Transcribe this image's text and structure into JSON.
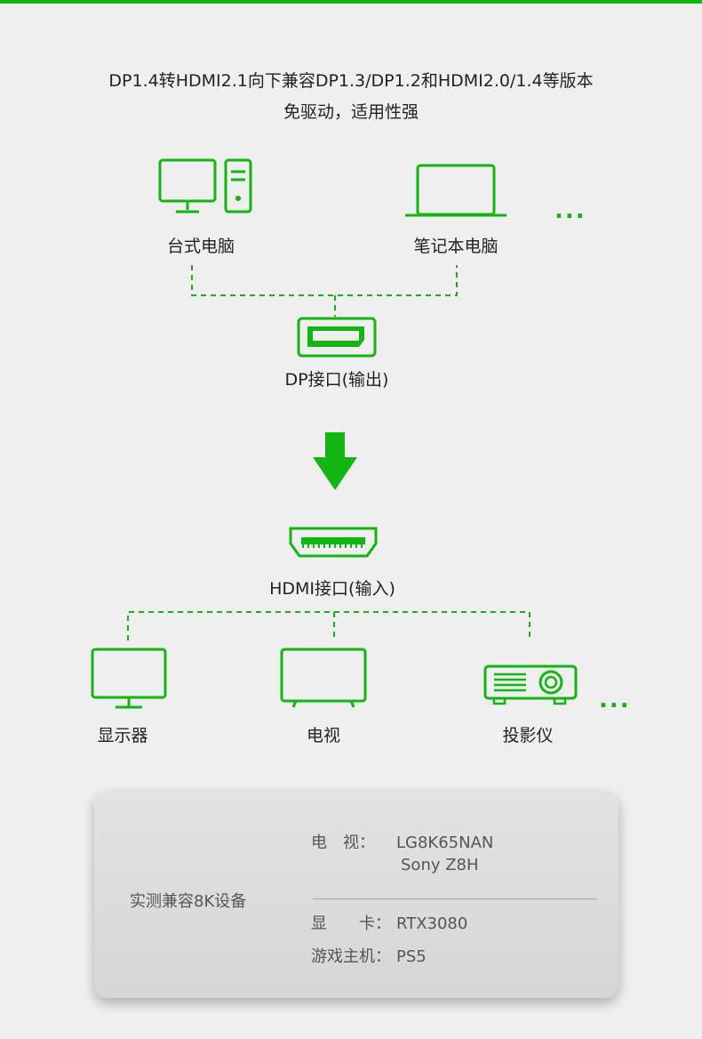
{
  "intro": {
    "line1": "DP1.4转HDMI2.1向下兼容DP1.3/DP1.2和HDMI2.0/1.4等版本",
    "line2": "免驱动，适用性强"
  },
  "sources": {
    "desktop_label": "台式电脑",
    "laptop_label": "笔记本电脑",
    "more": "..."
  },
  "dp_port": {
    "label": "DP接口(输出)"
  },
  "hdmi_port": {
    "label": "HDMI接口(输入)"
  },
  "outputs": {
    "monitor_label": "显示器",
    "tv_label": "电视",
    "projector_label": "投影仪",
    "more": "..."
  },
  "card": {
    "title": "实测兼容8K设备",
    "tv_key": "电　视：",
    "tv_value_1": "LG8K65NAN",
    "tv_value_2": "Sony Z8H",
    "gpu_key": "显　　卡：",
    "gpu_value": "RTX3080",
    "console_key": "游戏主机：",
    "console_value": "PS5"
  },
  "colors": {
    "accent": "#12b512",
    "background": "#efefef",
    "card": "#dcdcdc"
  },
  "icons": [
    "desktop-icon",
    "laptop-icon",
    "dp-port-icon",
    "down-arrow-icon",
    "hdmi-port-icon",
    "monitor-icon",
    "tv-icon",
    "projector-icon"
  ]
}
